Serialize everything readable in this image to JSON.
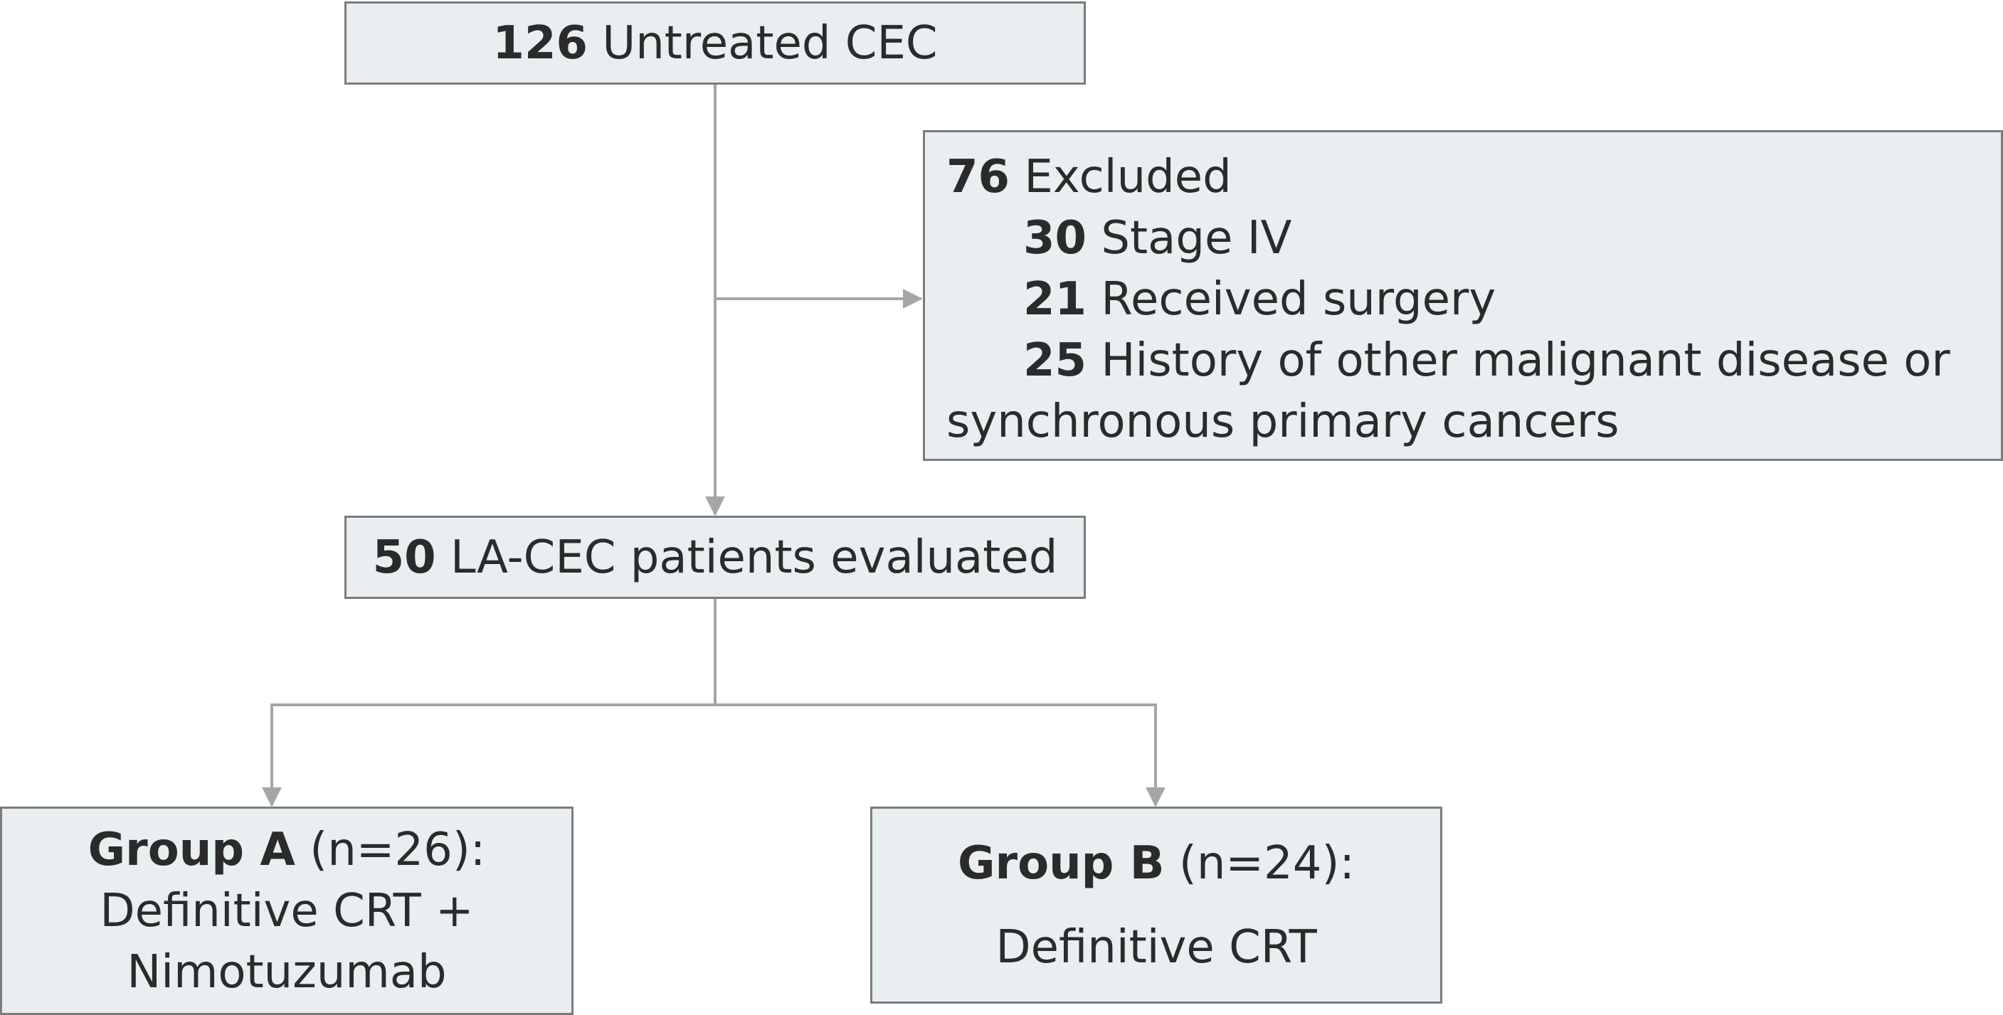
{
  "top": {
    "count": "126",
    "label": "Untreated CEC"
  },
  "excluded": {
    "count": "76",
    "label": "Excluded",
    "reasons": [
      {
        "count": "30",
        "label": "Stage IV"
      },
      {
        "count": "21",
        "label": "Received surgery"
      },
      {
        "count": "25",
        "label": "History of other malignant disease or"
      }
    ],
    "continuation": "synchronous primary cancers"
  },
  "evaluated": {
    "count": "50",
    "label": "LA-CEC patients evaluated"
  },
  "group_a": {
    "name": "Group A",
    "n": "(n=26):",
    "treatment_line1": "Definitive CRT +",
    "treatment_line2": "Nimotuzumab"
  },
  "group_b": {
    "name": "Group B",
    "n": "(n=24):",
    "treatment": "Definitive CRT"
  },
  "colors": {
    "box_fill": "#e9eff1",
    "box_border": "#7c7c7c",
    "connector": "#a6a6a6",
    "text": "#2b2b2b"
  }
}
